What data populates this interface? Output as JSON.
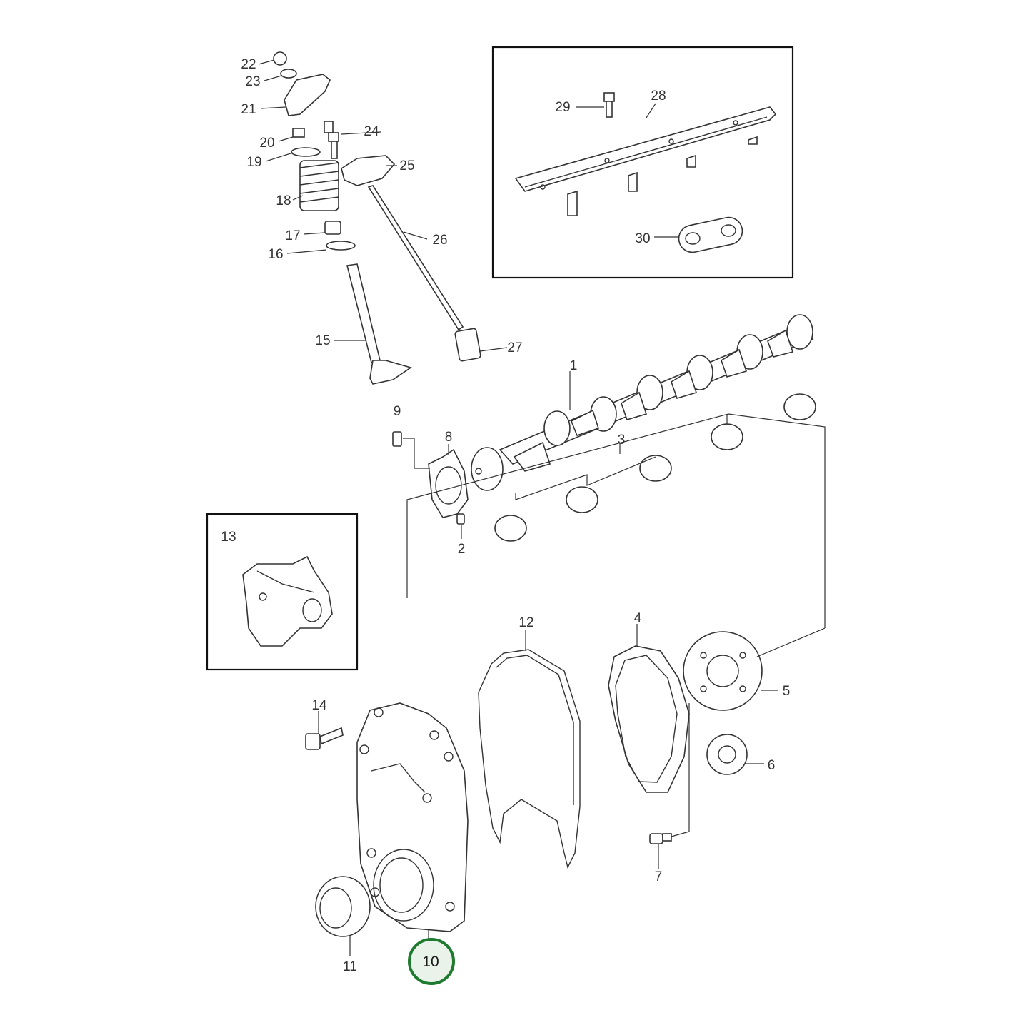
{
  "diagram": {
    "highlight_color": "#1e7a2e",
    "callouts": {
      "c1": "1",
      "c2": "2",
      "c3": "3",
      "c4": "4",
      "c5": "5",
      "c6": "6",
      "c7": "7",
      "c8": "8",
      "c9": "9",
      "c10": "10",
      "c11": "11",
      "c12": "12",
      "c13": "13",
      "c14": "14",
      "c15": "15",
      "c16": "16",
      "c17": "17",
      "c18": "18",
      "c19": "19",
      "c20": "20",
      "c21": "21",
      "c22": "22",
      "c23": "23",
      "c24": "24",
      "c25": "25",
      "c26": "26",
      "c27": "27",
      "c28": "28",
      "c29": "29",
      "c30": "30"
    },
    "selected_callout": "10"
  }
}
